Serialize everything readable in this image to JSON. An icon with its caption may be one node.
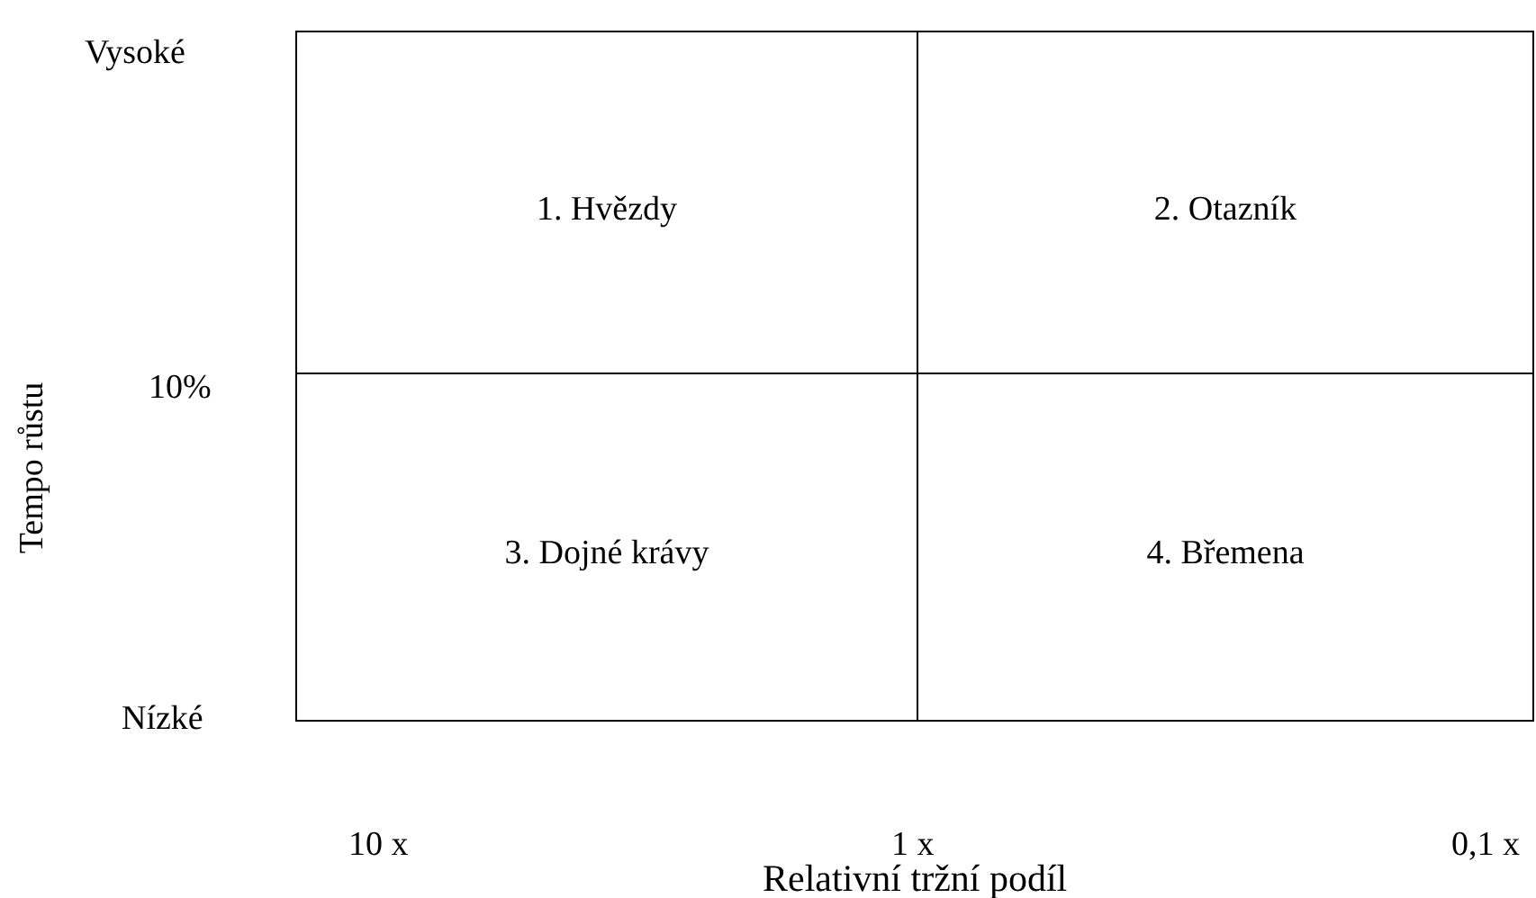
{
  "diagram": {
    "nodes": [
      {
        "text": [
          "1. Hvězdy"
        ]
      },
      {
        "text": [
          "2. Otazník"
        ]
      },
      {
        "text": [
          "3. Dojné krávy"
        ]
      },
      {
        "text": [
          "4. Břemena"
        ]
      }
    ],
    "labels": [
      "Vysoké",
      "Tempo růstu",
      "10%",
      "Nízké",
      "10 x",
      "1 x",
      "0,1 x",
      "Relativní tržní podíl"
    ]
  }
}
